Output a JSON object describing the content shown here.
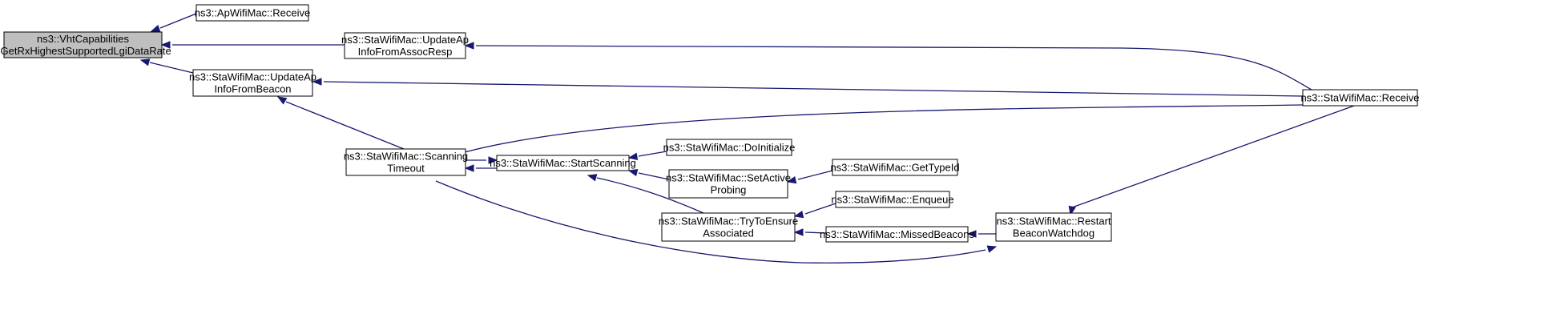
{
  "title": "Call graph: ns3::VhtCapabilities::GetRxHighestSupportedLgiDataRate",
  "colors": {
    "edge": "#191970",
    "root_fill": "#bfbfbf",
    "node_fill": "#ffffff",
    "border": "#000000"
  },
  "nodes": {
    "root": [
      "ns3::VhtCapabilities",
      "::GetRxHighestSupportedLgiDataRate"
    ],
    "ap_receive": [
      "ns3::ApWifiMac::Receive"
    ],
    "update_assoc": [
      "ns3::StaWifiMac::UpdateAp",
      "InfoFromAssocResp"
    ],
    "update_beacon": [
      "ns3::StaWifiMac::UpdateAp",
      "InfoFromBeacon"
    ],
    "scanning_timeout": [
      "ns3::StaWifiMac::Scanning",
      "Timeout"
    ],
    "start_scanning": [
      "ns3::StaWifiMac::StartScanning"
    ],
    "do_initialize": [
      "ns3::StaWifiMac::DoInitialize"
    ],
    "set_active_probing": [
      "ns3::StaWifiMac::SetActive",
      "Probing"
    ],
    "get_type_id": [
      "ns3::StaWifiMac::GetTypeId"
    ],
    "try_to_ensure": [
      "ns3::StaWifiMac::TryToEnsure",
      "Associated"
    ],
    "enqueue": [
      "ns3::StaWifiMac::Enqueue"
    ],
    "missed_beacons": [
      "ns3::StaWifiMac::MissedBeacons"
    ],
    "restart_watchdog": [
      "ns3::StaWifiMac::Restart",
      "BeaconWatchdog"
    ],
    "sta_receive": [
      "ns3::StaWifiMac::Receive"
    ]
  },
  "edges": [
    [
      "ap_receive",
      "root"
    ],
    [
      "update_assoc",
      "root"
    ],
    [
      "update_beacon",
      "root"
    ],
    [
      "sta_receive",
      "update_assoc"
    ],
    [
      "sta_receive",
      "update_beacon"
    ],
    [
      "scanning_timeout",
      "update_beacon"
    ],
    [
      "sta_receive",
      "scanning_timeout"
    ],
    [
      "start_scanning",
      "scanning_timeout"
    ],
    [
      "scanning_timeout",
      "start_scanning"
    ],
    [
      "do_initialize",
      "start_scanning"
    ],
    [
      "set_active_probing",
      "start_scanning"
    ],
    [
      "try_to_ensure",
      "start_scanning"
    ],
    [
      "get_type_id",
      "set_active_probing"
    ],
    [
      "enqueue",
      "try_to_ensure"
    ],
    [
      "missed_beacons",
      "try_to_ensure"
    ],
    [
      "restart_watchdog",
      "missed_beacons"
    ],
    [
      "scanning_timeout",
      "restart_watchdog"
    ],
    [
      "sta_receive",
      "restart_watchdog"
    ]
  ]
}
